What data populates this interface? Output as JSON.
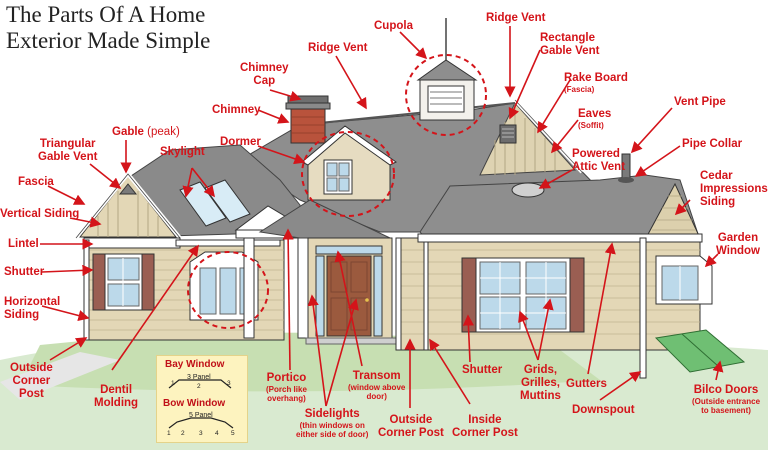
{
  "title": {
    "line1": "The Parts Of A Home",
    "line2": "Exterior Made Simple"
  },
  "labels": {
    "cupola": "Cupola",
    "ridge_vent_top": "Ridge Vent",
    "ridge_vent": "Ridge Vent",
    "chimney_cap_1": "Chimney",
    "chimney_cap_2": "Cap",
    "chimney": "Chimney",
    "rect_gable_vent_1": "Rectangle",
    "rect_gable_vent_2": "Gable Vent",
    "rake_board": "Rake Board",
    "rake_board_sub": "(Fascia)",
    "eaves": "Eaves",
    "eaves_sub": "(Soffit)",
    "vent_pipe": "Vent Pipe",
    "pipe_collar": "Pipe Collar",
    "powered_attic_vent_1": "Powered",
    "powered_attic_vent_2": "Attic Vent",
    "cedar_1": "Cedar",
    "cedar_2": "Impressions",
    "cedar_3": "Siding",
    "garden_window_1": "Garden",
    "garden_window_2": "Window",
    "gable": "Gable",
    "gable_sub": "(peak)",
    "tri_gable_vent_1": "Triangular",
    "tri_gable_vent_2": "Gable Vent",
    "skylight": "Skylight",
    "dormer": "Dormer",
    "fascia": "Fascia",
    "vertical_siding": "Vertical Siding",
    "lintel": "Lintel",
    "shutter_left": "Shutter",
    "horizontal_siding_1": "Horizontal",
    "horizontal_siding_2": "Siding",
    "outside_corner_left_1": "Outside",
    "outside_corner_left_2": "Corner",
    "outside_corner_left_3": "Post",
    "dentil_1": "Dentil",
    "dentil_2": "Molding",
    "portico": "Portico",
    "portico_sub_1": "(Porch like",
    "portico_sub_2": "overhang)",
    "sidelights": "Sidelights",
    "sidelights_sub_1": "(thin windows on",
    "sidelights_sub_2": "either side of door)",
    "transom": "Transom",
    "transom_sub_1": "(window above",
    "transom_sub_2": "door)",
    "outside_corner_mid_1": "Outside",
    "outside_corner_mid_2": "Corner Post",
    "inside_corner_1": "Inside",
    "inside_corner_2": "Corner Post",
    "shutter_mid": "Shutter",
    "grids_1": "Grids,",
    "grids_2": "Grilles,",
    "grids_3": "Muttins",
    "gutters": "Gutters",
    "downspout": "Downspout",
    "bilco_1": "Bilco Doors",
    "bilco_sub_1": "(Outside entrance",
    "bilco_sub_2": "to basement)"
  },
  "legend": {
    "bay_title": "Bay Window",
    "bay_sub": "3 Panel",
    "bay_nums": [
      "1",
      "2",
      "3"
    ],
    "bow_title": "Bow Window",
    "bow_sub": "5 Panel",
    "bow_nums": [
      "1",
      "2",
      "3",
      "4",
      "5"
    ]
  },
  "colors": {
    "label": "#d4141a",
    "roof": "#8c8c8c",
    "siding": "#e3d7b6",
    "trim": "#ffffff",
    "chimney": "#b9533c",
    "shutter": "#9a5e52",
    "door": "#9b5a3e",
    "glass": "#bcd9ea",
    "lawn": "#cfe3b8",
    "bilco": "#6fbf73",
    "legend_bg": "#fdf3bf"
  }
}
